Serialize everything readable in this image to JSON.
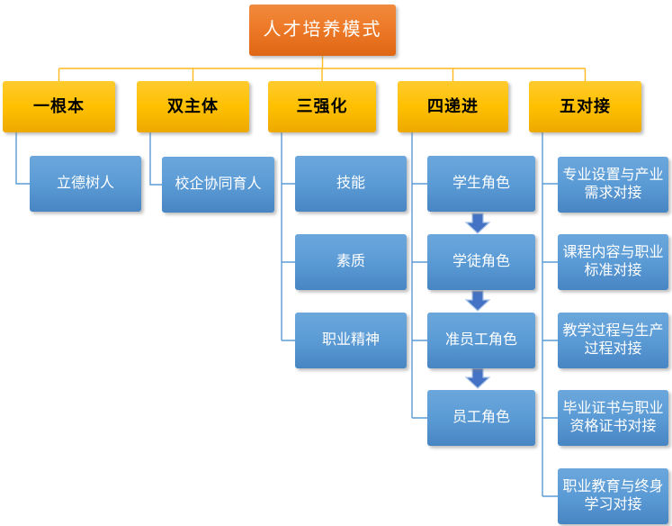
{
  "title": {
    "label": "人才培养模式"
  },
  "columns": [
    {
      "header": "一根本",
      "children": [
        "立德树人"
      ]
    },
    {
      "header": "双主体",
      "children": [
        "校企协同育人"
      ]
    },
    {
      "header": "三强化",
      "children": [
        "技能",
        "素质",
        "职业精神"
      ]
    },
    {
      "header": "四递进",
      "children": [
        "学生角色",
        "学徒角色",
        "准员工角色",
        "员工角色"
      ],
      "flow": "progressive-down-arrows"
    },
    {
      "header": "五对接",
      "children": [
        "专业设置与产业需求对接",
        "课程内容与职业标准对接",
        "教学过程与生产过程对接",
        "毕业证书与职业资格证书对接",
        "职业教育与终身学习对接"
      ]
    }
  ],
  "colors": {
    "root_fill": "#ED7A28",
    "header_fill": "#FFC000",
    "child_fill": "#5B9BD5",
    "arrow_fill": "#4472C4",
    "root_connector_line": "#FFB91E",
    "child_connector_line": "#5B9BD5",
    "root_text": "#FFFFFF",
    "header_text": "#000000",
    "child_text": "#FFFFFF",
    "background": "#FFFFFF"
  }
}
